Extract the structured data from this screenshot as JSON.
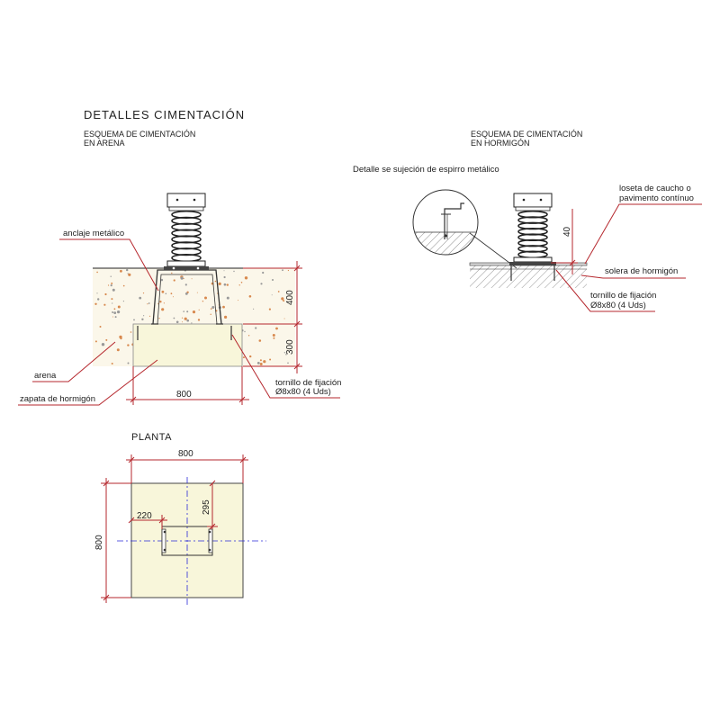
{
  "title": "DETALLES CIMENTACIÓN",
  "sand_scheme": {
    "title_line1": "ESQUEMA DE CIMENTACIÓN",
    "title_line2": "EN ARENA",
    "label_anchor": "anclaje metálico",
    "label_sand": "arena",
    "label_footing": "zapata de hormigón",
    "label_bolt_line1": "tornillo de fijación",
    "label_bolt_line2": "Ø8x80 (4 Uds)",
    "dim_width": "800",
    "dim_sand_depth": "400",
    "dim_footing_depth": "300"
  },
  "concrete_scheme": {
    "title_line1": "ESQUEMA DE CIMENTACIÓN",
    "title_line2": "EN HORMIGÓN",
    "detail_title": "Detalle se sujeción de espirro metálico",
    "label_tile_line1": "loseta de caucho o",
    "label_tile_line2": "pavimento contínuo",
    "label_slab": "solera de hormigón",
    "label_bolt_line1": "tornillo de fijación",
    "label_bolt_line2": "Ø8x80 (4 Uds)",
    "dim_tile": "40"
  },
  "plan": {
    "title": "PLANTA",
    "dim_width": "800",
    "dim_height": "800",
    "dim_offset_x": "220",
    "dim_offset_y": "295"
  },
  "colors": {
    "dimension": "#b5272d",
    "axis": "#2a2ad8",
    "concrete_fill": "#f8f6da",
    "sand_dots": "#d8894e"
  }
}
